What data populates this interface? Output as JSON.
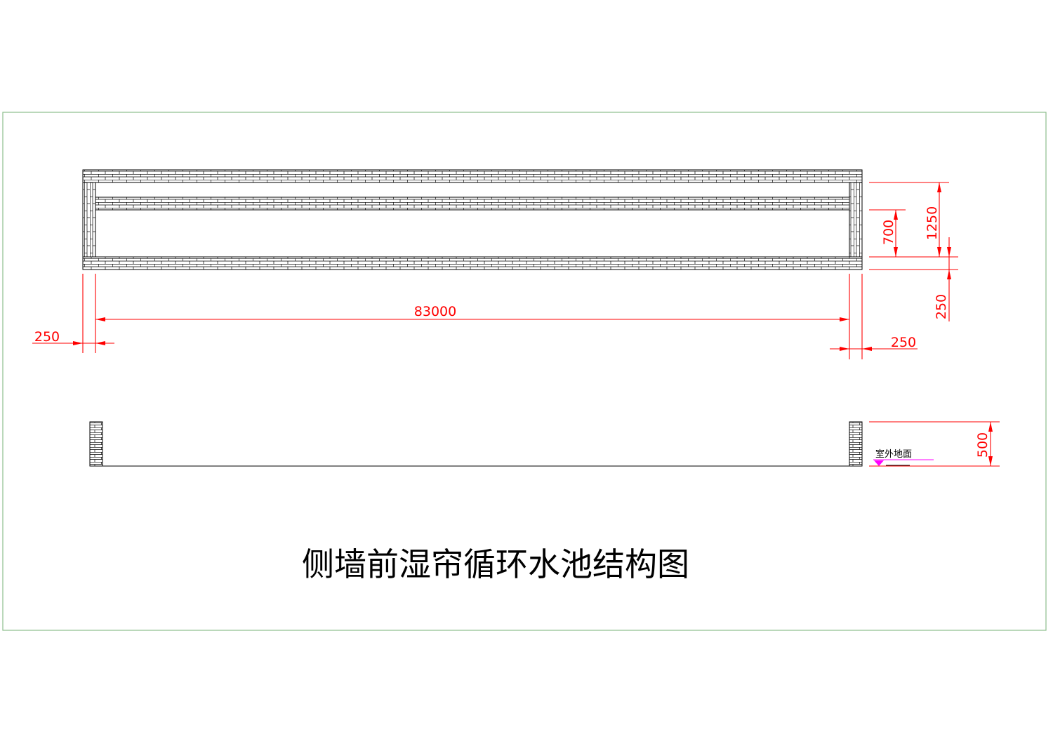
{
  "title": "侧墙前湿帘循环水池结构图",
  "dimensions": {
    "length": "83000",
    "wall_left": "250",
    "wall_right": "250",
    "width_outer": "1250",
    "width_inner": "700",
    "wall_bottom": "250",
    "height": "500"
  },
  "ground_label": "室外地面",
  "colors": {
    "frame": "#8dbf8d",
    "dimension": "#ff0000",
    "brick": "#000000",
    "ground_marker": "#ff00ff"
  },
  "patterns": {
    "wall_fill": "brick-hatch"
  }
}
